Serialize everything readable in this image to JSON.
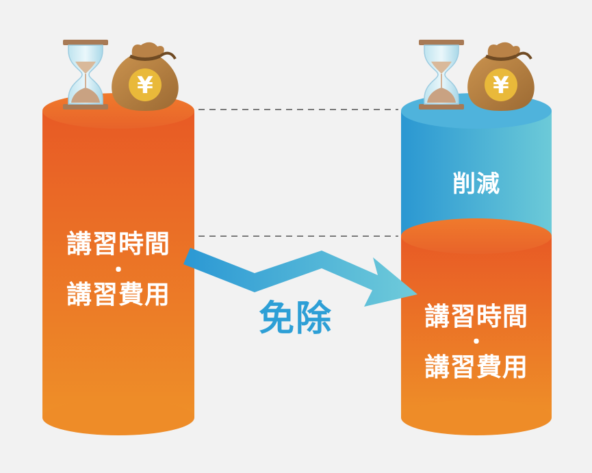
{
  "left_cylinder": {
    "line1": "講習時間",
    "separator": "・",
    "line2": "講習費用"
  },
  "right_cylinder": {
    "top_label": "削減",
    "line1": "講習時間",
    "separator": "・",
    "line2": "講習費用"
  },
  "arrow_label": "免除",
  "icons": [
    "hourglass-icon",
    "money-bag-icon"
  ],
  "money_bag_symbol": "¥",
  "colors": {
    "orange_top": "#ee6328",
    "orange_bottom": "#ee8c28",
    "blue_dark": "#2f9fd6",
    "blue_light": "#68c6d8",
    "arrow_text": "#2d9fd6",
    "background": "#f2f2f2"
  }
}
